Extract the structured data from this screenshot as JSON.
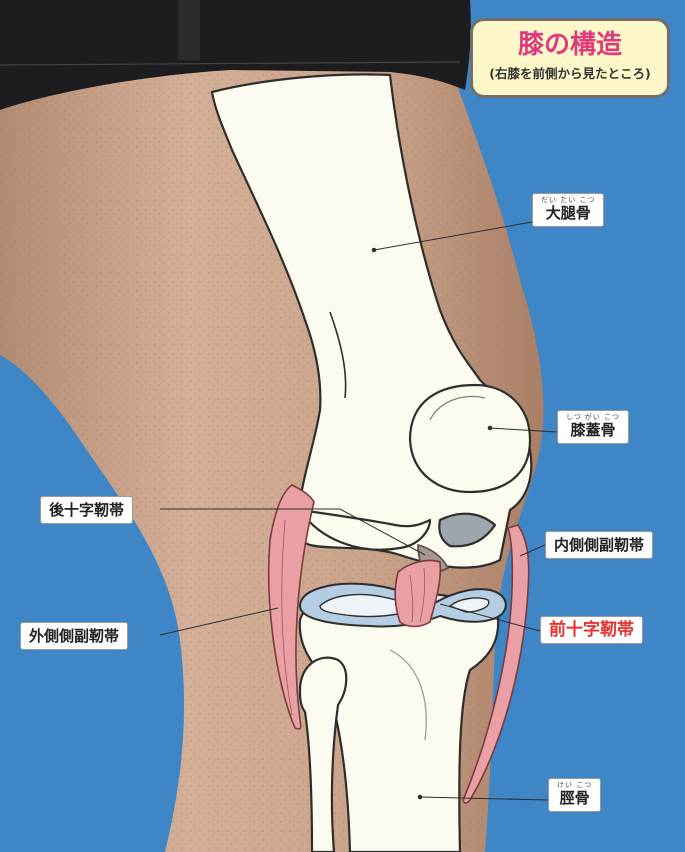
{
  "title_box": {
    "title": "膝の構造",
    "subtitle": "(右膝を前側から見たところ)"
  },
  "labels": {
    "femur": {
      "text": "大腿骨",
      "ruby": "だい たい こつ"
    },
    "patella": {
      "text": "膝蓋骨",
      "ruby": "しつ がい こつ"
    },
    "pcl": {
      "text": "後十字靭帯"
    },
    "mcl": {
      "text": "内側側副靭帯"
    },
    "acl": {
      "text": "前十字靭帯"
    },
    "lcl": {
      "text": "外側側副靭帯"
    },
    "tibia": {
      "text": "脛骨",
      "ruby": "けい こつ"
    }
  },
  "colors": {
    "background_blue": "#3f86c6",
    "skin": "#caa48d",
    "bone": "#fcfbef",
    "ligament": "#e8a0a4",
    "meniscus": "#b5cde3",
    "title_fill": "#fdf7c9",
    "title_text": "#e03a7c",
    "highlight_label": "#e8322f"
  }
}
